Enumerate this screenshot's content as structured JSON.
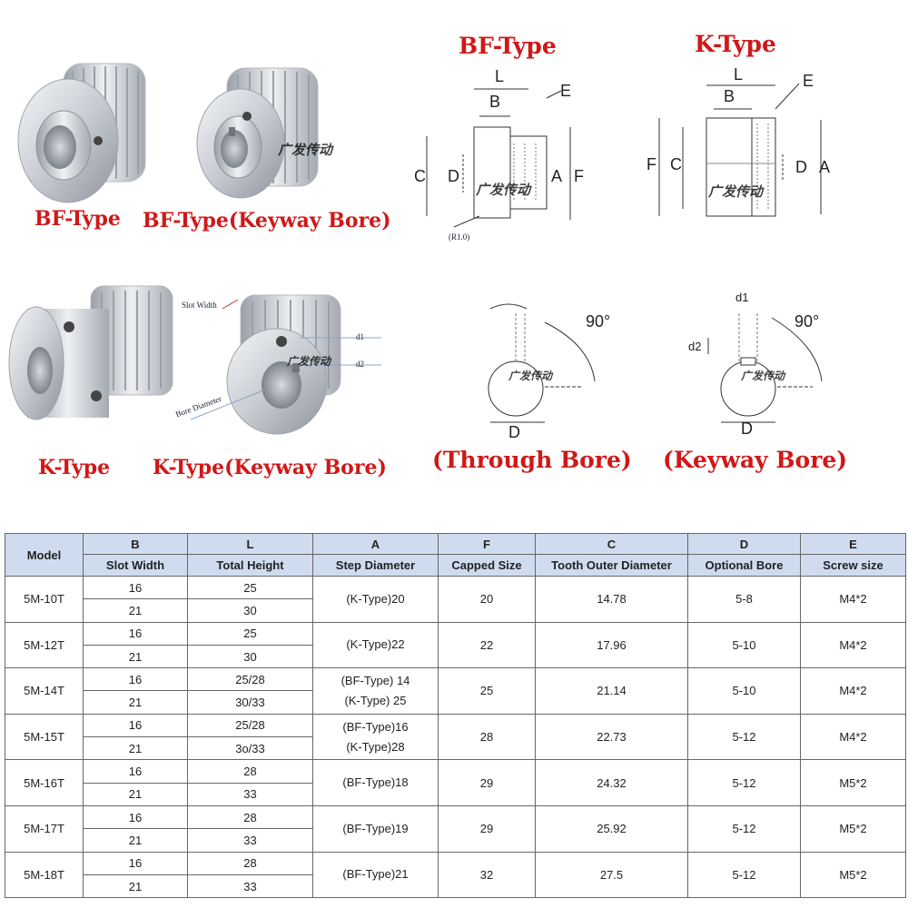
{
  "labels": {
    "bf_type_photo": "BF-Type",
    "bf_type_keyway_photo": "BF-Type(Keyway Bore)",
    "k_type_photo": "K-Type",
    "k_type_keyway_photo": "K-Type(Keyway Bore)",
    "bf_type_drawing": "BF-Type",
    "k_type_drawing": "K-Type",
    "through_bore": "(Through Bore)",
    "keyway_bore": "(Keyway Bore)"
  },
  "photo_annotations": {
    "slot_width": "Slot Width",
    "d1": "d1",
    "d2": "d2",
    "bore_diameter": "Bore Diameter"
  },
  "watermark": "广发传动",
  "drawing_letters": {
    "L": "L",
    "B": "B",
    "E": "E",
    "C": "C",
    "D": "D",
    "A": "A",
    "F": "F",
    "d1": "d1",
    "d2": "d2",
    "angle": "90°",
    "fillet": "(R1.0)"
  },
  "table": {
    "header_top": [
      "Model",
      "B",
      "L",
      "A",
      "F",
      "C",
      "D",
      "E"
    ],
    "header_sub": [
      "Slot Width",
      "Total Height",
      "Step Diameter",
      "Capped Size",
      "Tooth Outer Diameter",
      "Optional Bore",
      "Screw size"
    ],
    "rows": [
      {
        "model": "5M-10T",
        "b": [
          "16",
          "21"
        ],
        "l": [
          "25",
          "30"
        ],
        "a": [
          "(K-Type)20"
        ],
        "f": "20",
        "c": "14.78",
        "d": "5-8",
        "e": "M4*2"
      },
      {
        "model": "5M-12T",
        "b": [
          "16",
          "21"
        ],
        "l": [
          "25",
          "30"
        ],
        "a": [
          "(K-Type)22"
        ],
        "f": "22",
        "c": "17.96",
        "d": "5-10",
        "e": "M4*2"
      },
      {
        "model": "5M-14T",
        "b": [
          "16",
          "21"
        ],
        "l": [
          "25/28",
          "30/33"
        ],
        "a": [
          "(BF-Type) 14",
          "(K-Type) 25"
        ],
        "f": "25",
        "c": "21.14",
        "d": "5-10",
        "e": "M4*2"
      },
      {
        "model": "5M-15T",
        "b": [
          "16",
          "21"
        ],
        "l": [
          "25/28",
          "3o/33"
        ],
        "a": [
          "(BF-Type)16",
          "(K-Type)28"
        ],
        "f": "28",
        "c": "22.73",
        "d": "5-12",
        "e": "M4*2"
      },
      {
        "model": "5M-16T",
        "b": [
          "16",
          "21"
        ],
        "l": [
          "28",
          "33"
        ],
        "a": [
          "(BF-Type)18"
        ],
        "f": "29",
        "c": "24.32",
        "d": "5-12",
        "e": "M5*2"
      },
      {
        "model": "5M-17T",
        "b": [
          "16",
          "21"
        ],
        "l": [
          "28",
          "33"
        ],
        "a": [
          "(BF-Type)19"
        ],
        "f": "29",
        "c": "25.92",
        "d": "5-12",
        "e": "M5*2"
      },
      {
        "model": "5M-18T",
        "b": [
          "16",
          "21"
        ],
        "l": [
          "28",
          "33"
        ],
        "a": [
          "(BF-Type)21"
        ],
        "f": "32",
        "c": "27.5",
        "d": "5-12",
        "e": "M5*2"
      }
    ]
  }
}
